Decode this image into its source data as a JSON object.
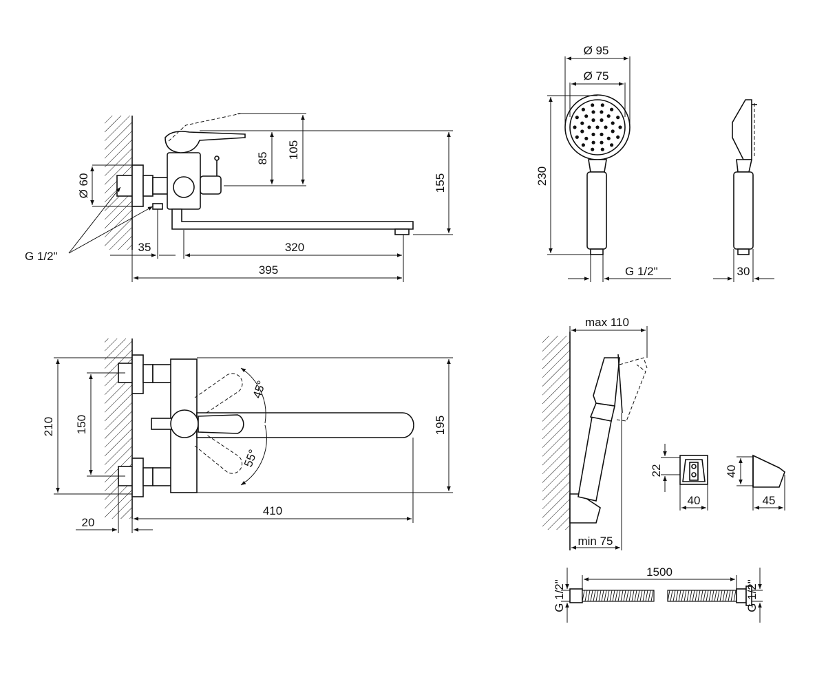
{
  "side_view": {
    "dims": {
      "d60": "Ø 60",
      "h85": "85",
      "h105": "105",
      "h155": "155",
      "w35": "35",
      "w320": "320",
      "w395": "395",
      "thread": "G 1/2\""
    }
  },
  "top_view": {
    "dims": {
      "h210": "210",
      "h150": "150",
      "h195": "195",
      "w410": "410",
      "w20": "20",
      "a45": "45°",
      "a55": "55°"
    }
  },
  "hand_shower": {
    "dims": {
      "d95": "Ø 95",
      "d75": "Ø 75",
      "h230": "230",
      "thread": "G 1/2\"",
      "w30": "30"
    }
  },
  "holder": {
    "dims": {
      "max": "max 110",
      "min": "min 75",
      "h22": "22",
      "w40a": "40",
      "h40": "40",
      "w45": "45"
    }
  },
  "hose": {
    "dims": {
      "length": "1500",
      "thread_left": "G 1/2\"",
      "thread_right": "G 1/2\""
    }
  }
}
